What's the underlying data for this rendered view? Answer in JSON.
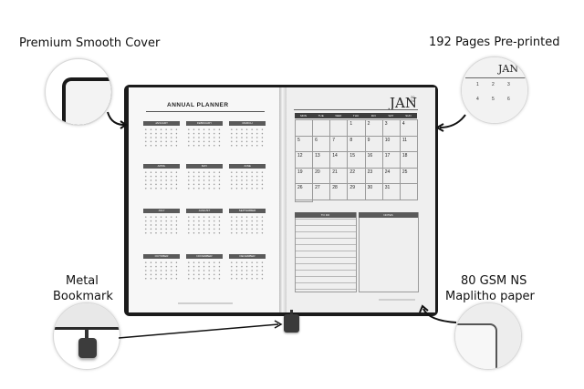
{
  "callouts": {
    "top_left": "Premium Smooth Cover",
    "top_right": "192 Pages Pre-printed",
    "bottom_left_line1": "Metal",
    "bottom_left_line2": "Bookmark",
    "bottom_right_line1": "80 GSM NS",
    "bottom_right_line2": "Maplitho paper"
  },
  "left_page": {
    "title": "ANNUAL PLANNER",
    "months": [
      "JANUARY",
      "FEBRUARY",
      "MARCH",
      "APRIL",
      "MAY",
      "JUNE",
      "JULY",
      "AUGUST",
      "SEPTEMBER",
      "OCTOBER",
      "NOVEMBER",
      "DECEMBER"
    ]
  },
  "right_page": {
    "month": "JAN",
    "year_top": "20",
    "year_bottom": "24",
    "weekdays": [
      "MON",
      "TUE",
      "WED",
      "THU",
      "FRI",
      "SAT",
      "SUN"
    ],
    "days": [
      "",
      "",
      "",
      "1",
      "2",
      "3",
      "4",
      "5",
      "6",
      "7",
      "8",
      "9",
      "10",
      "11",
      "12",
      "13",
      "14",
      "15",
      "16",
      "17",
      "18",
      "19",
      "20",
      "21",
      "22",
      "23",
      "24",
      "25",
      "26",
      "27",
      "28",
      "29",
      "30",
      "31",
      "",
      ""
    ],
    "todo_label": "TO DO",
    "notes_label": "NOTES"
  },
  "zoom_top_right": {
    "month": "JAN",
    "numbers": [
      "1",
      "2",
      "3",
      "4",
      "5",
      "6"
    ]
  },
  "colors": {
    "cover": "#1b1b1b",
    "header_bar": "#5a5a5a",
    "arrow": "#111111"
  }
}
